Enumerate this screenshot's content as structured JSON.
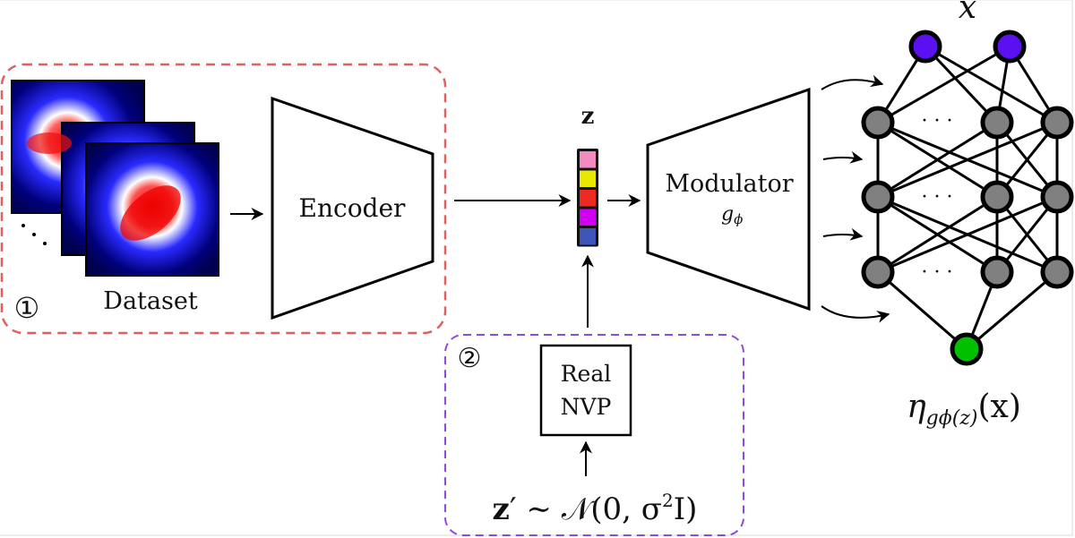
{
  "figure": {
    "stage1": {
      "marker": "①",
      "dataset_label": "Dataset",
      "ellipsis": "⋱",
      "border_color": "#e06060"
    },
    "encoder": {
      "label": "Encoder"
    },
    "latent": {
      "label": "z",
      "cells": [
        "#f08cc0",
        "#e8e800",
        "#ee2a22",
        "#d000f0",
        "#3e56b8"
      ]
    },
    "modulator": {
      "label": "Modulator",
      "sublabel_main": "g",
      "sublabel_sub": "ϕ"
    },
    "stage2": {
      "marker": "②",
      "border_color": "#8a4ae6",
      "nvp_line1": "Real",
      "nvp_line2": "NVP",
      "prior_z": "z",
      "prior_prime": "′",
      "prior_rest": " ∼ 𝒩(0, σ",
      "prior_sup": "2",
      "prior_end": "I)"
    },
    "network": {
      "input_label": "x",
      "output_eta": "η",
      "output_sub": "gϕ(z)",
      "output_arg": "(x)",
      "ellipsis": "· · ·",
      "input_color": "#5a10f0",
      "hidden_color": "#808080",
      "output_color": "#00c000"
    }
  }
}
